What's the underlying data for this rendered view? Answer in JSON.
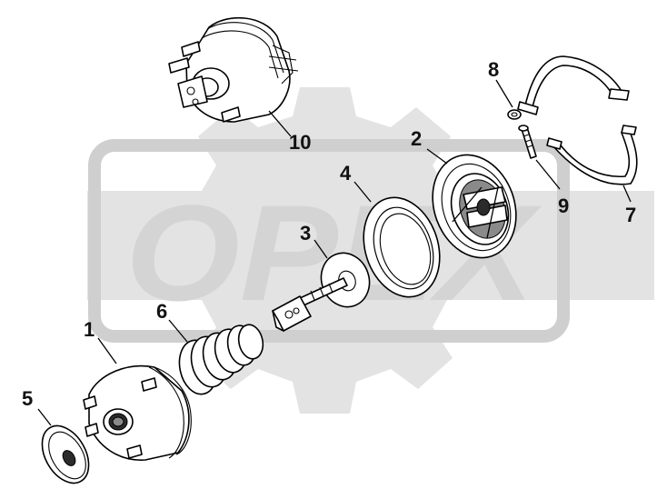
{
  "watermark": {
    "text": "OPEX",
    "gear_color": "#e3e3e3",
    "frame_color": "#cfcfcf",
    "text_color": "#d4d4d4"
  },
  "callouts": {
    "p1": "1",
    "p2": "2",
    "p3": "3",
    "p4": "4",
    "p5": "5",
    "p6": "6",
    "p7": "7",
    "p8": "8",
    "p9": "9",
    "p10": "10"
  }
}
